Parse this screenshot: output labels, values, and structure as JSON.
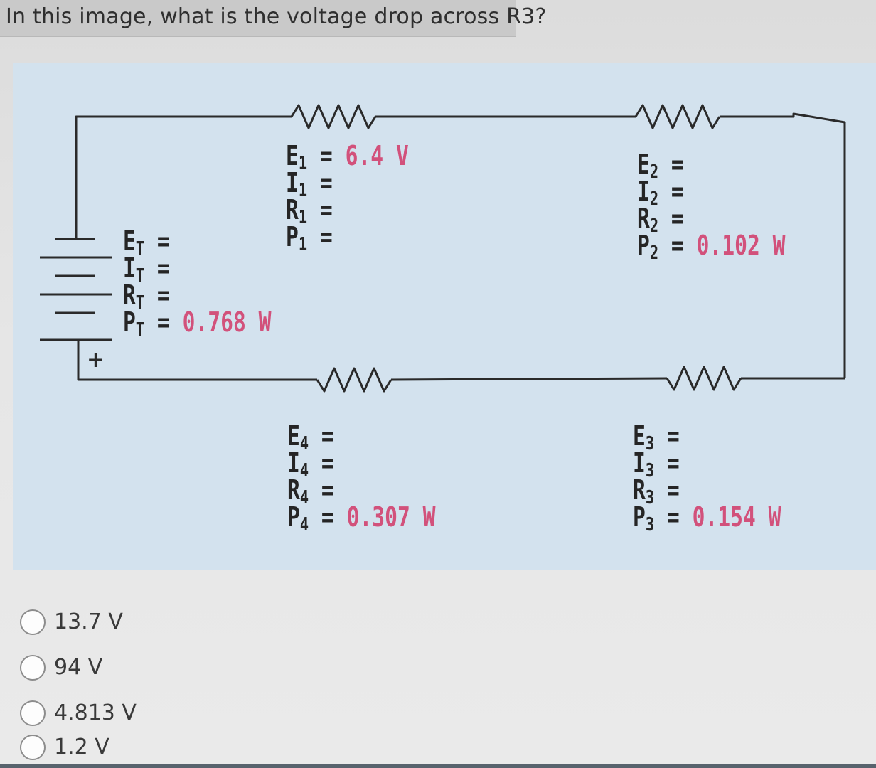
{
  "question": "In this image, what is the voltage drop across R3?",
  "circuit": {
    "battery_plus": "+",
    "total": {
      "E": {
        "sym": "E",
        "sub": "T",
        "eq": " = ",
        "value": ""
      },
      "I": {
        "sym": "I",
        "sub": "T",
        "eq": " = ",
        "value": ""
      },
      "R": {
        "sym": "R",
        "sub": "T",
        "eq": " = ",
        "value": ""
      },
      "P": {
        "sym": "P",
        "sub": "T",
        "eq": " = ",
        "value": "0.768 W"
      }
    },
    "r1": {
      "E": {
        "sym": "E",
        "sub": "1",
        "eq": " = ",
        "value": "6.4 V"
      },
      "I": {
        "sym": "I",
        "sub": "1",
        "eq": " = ",
        "value": ""
      },
      "R": {
        "sym": "R",
        "sub": "1",
        "eq": " = ",
        "value": ""
      },
      "P": {
        "sym": "P",
        "sub": "1",
        "eq": " = ",
        "value": ""
      }
    },
    "r2": {
      "E": {
        "sym": "E",
        "sub": "2",
        "eq": " = ",
        "value": ""
      },
      "I": {
        "sym": "I",
        "sub": "2",
        "eq": " = ",
        "value": ""
      },
      "R": {
        "sym": "R",
        "sub": "2",
        "eq": " = ",
        "value": ""
      },
      "P": {
        "sym": "P",
        "sub": "2",
        "eq": " = ",
        "value": "0.102 W"
      }
    },
    "r3": {
      "E": {
        "sym": "E",
        "sub": "3",
        "eq": " = ",
        "value": ""
      },
      "I": {
        "sym": "I",
        "sub": "3",
        "eq": " = ",
        "value": ""
      },
      "R": {
        "sym": "R",
        "sub": "3",
        "eq": " = ",
        "value": ""
      },
      "P": {
        "sym": "P",
        "sub": "3",
        "eq": " = ",
        "value": "0.154 W"
      }
    },
    "r4": {
      "E": {
        "sym": "E",
        "sub": "4",
        "eq": " = ",
        "value": ""
      },
      "I": {
        "sym": "I",
        "sub": "4",
        "eq": " = ",
        "value": ""
      },
      "R": {
        "sym": "R",
        "sub": "4",
        "eq": " = ",
        "value": ""
      },
      "P": {
        "sym": "P",
        "sub": "4",
        "eq": " = ",
        "value": "0.307 W"
      }
    }
  },
  "options": [
    {
      "label": "13.7 V",
      "selected": false
    },
    {
      "label": "94 V",
      "selected": false
    },
    {
      "label": "4.813 V",
      "selected": false
    },
    {
      "label": "1.2 V",
      "selected": false
    }
  ],
  "colors": {
    "given_value": "#d2517b",
    "wire": "#2a2a2a",
    "diagram_background": "#d3e2ee"
  }
}
